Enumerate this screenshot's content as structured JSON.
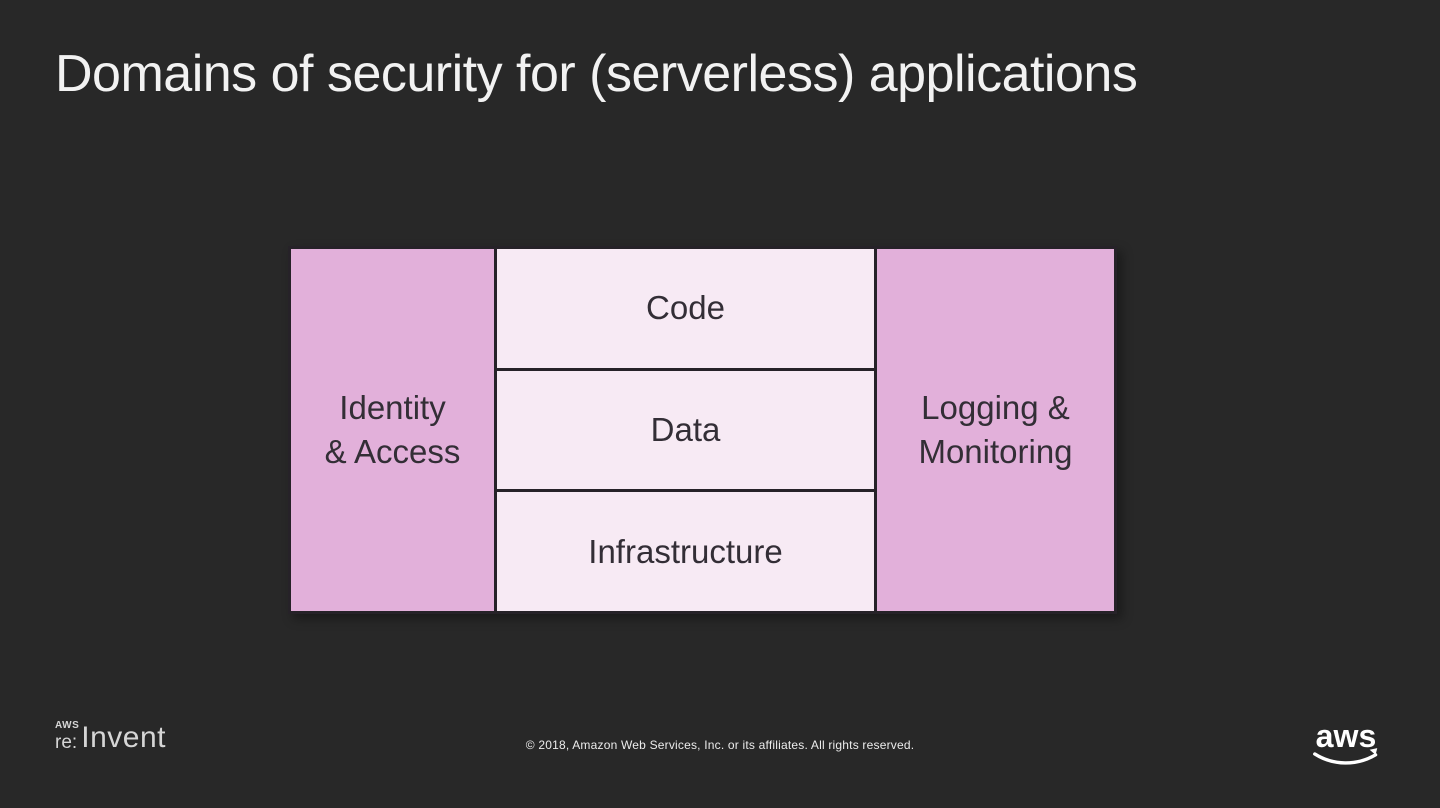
{
  "slide": {
    "title": "Domains of security for (serverless) applications"
  },
  "diagram": {
    "left_box": {
      "label_line1": "Identity",
      "label_line2": "& Access"
    },
    "center_rows": [
      "Code",
      "Data",
      "Infrastructure"
    ],
    "right_box": {
      "label_line1": "Logging &",
      "label_line2": "Monitoring"
    },
    "colors": {
      "background": "#282828",
      "side_box": "#e2b0da",
      "center_box": "#f7eaf4",
      "border": "#262228",
      "box_text": "#332e36",
      "title_text": "#f2f2f2"
    }
  },
  "footer": {
    "reinvent_logo": {
      "aws": "AWS",
      "re": "re:",
      "invent": "Invent"
    },
    "copyright": "© 2018, Amazon Web Services, Inc. or its affiliates. All rights reserved.",
    "aws_logo_text": "aws"
  }
}
